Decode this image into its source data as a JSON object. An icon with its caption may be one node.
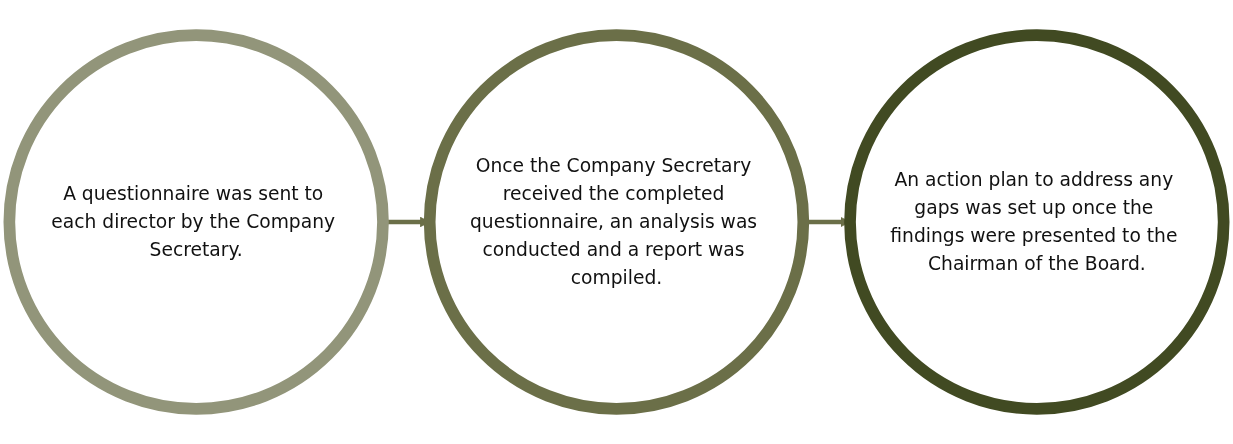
{
  "diagram": {
    "nodes": [
      {
        "text": [
          "A questionnaire was sent to each director by the Company Secretary."
        ]
      },
      {
        "text": [
          "Once the Company Secretary received the completed questionnaire, an analysis was conducted and a report was compiled."
        ]
      },
      {
        "text": [
          "An action plan to address any gaps was set up once the findings were presented to the Chairman of the Board."
        ]
      }
    ],
    "edges": [
      {
        "from": 0,
        "to": 1,
        "arrow": "to"
      },
      {
        "from": 1,
        "to": 2,
        "arrow": "to"
      }
    ]
  }
}
